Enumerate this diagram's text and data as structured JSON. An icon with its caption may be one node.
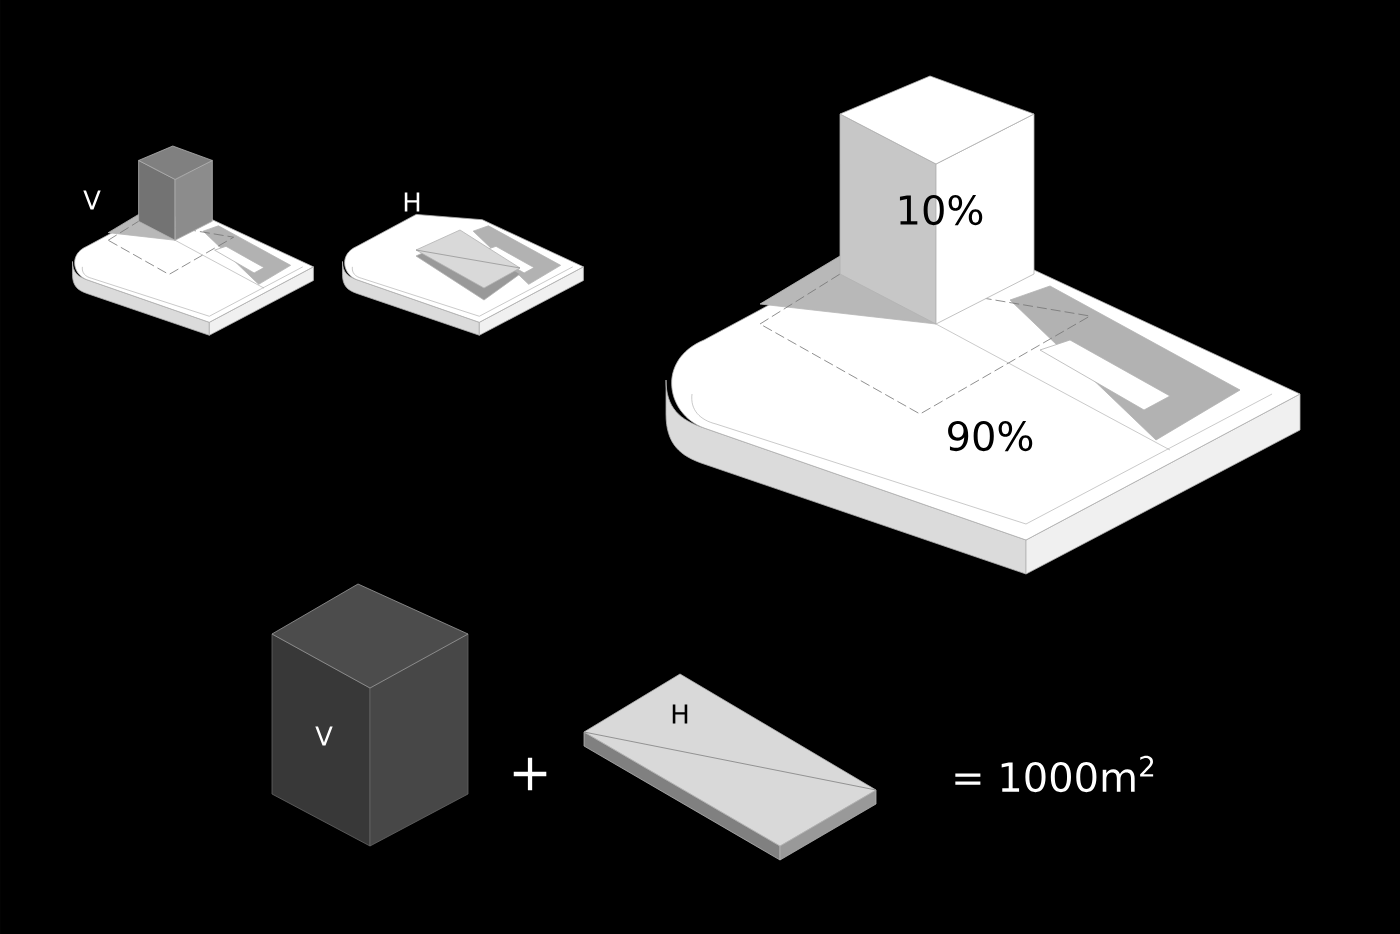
{
  "diagram": {
    "labels": [
      "V",
      "H",
      "10%",
      "90%",
      "V",
      "+",
      "H",
      "= 1000m$^{2}$"
    ]
  }
}
